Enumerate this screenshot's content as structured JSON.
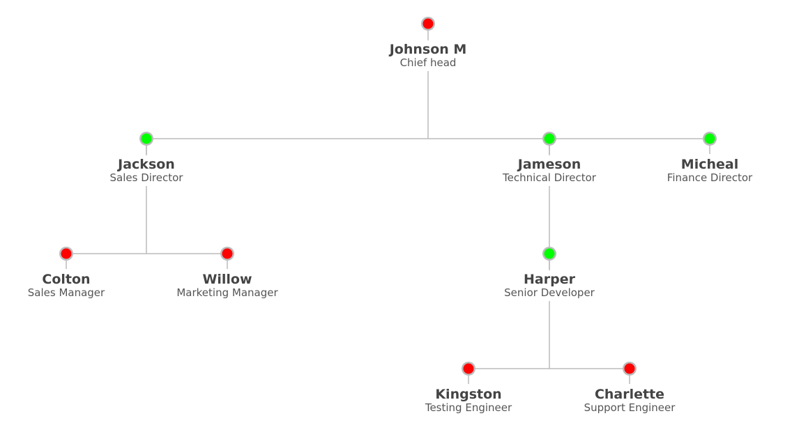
{
  "colors": {
    "active": "#00ff00",
    "inactive": "#ff0000",
    "ring": "#bbbbbb",
    "connector": "#bbbbbb",
    "name_text": "#444444",
    "title_text": "#555555"
  },
  "org_chart": {
    "nodes": [
      {
        "id": "johnson",
        "name": "Johnson M",
        "title": "Chief head",
        "parent": null,
        "status": "inactive"
      },
      {
        "id": "jackson",
        "name": "Jackson",
        "title": "Sales Director",
        "parent": "johnson",
        "status": "active"
      },
      {
        "id": "jameson",
        "name": "Jameson",
        "title": "Technical Director",
        "parent": "johnson",
        "status": "active"
      },
      {
        "id": "micheal",
        "name": "Micheal",
        "title": "Finance Director",
        "parent": "johnson",
        "status": "active"
      },
      {
        "id": "colton",
        "name": "Colton",
        "title": "Sales Manager",
        "parent": "jackson",
        "status": "inactive"
      },
      {
        "id": "willow",
        "name": "Willow",
        "title": "Marketing Manager",
        "parent": "jackson",
        "status": "inactive"
      },
      {
        "id": "harper",
        "name": "Harper",
        "title": "Senior Developer",
        "parent": "jameson",
        "status": "active"
      },
      {
        "id": "kingston",
        "name": "Kingston",
        "title": "Testing Engineer",
        "parent": "harper",
        "status": "inactive"
      },
      {
        "id": "charlette",
        "name": "Charlette",
        "title": "Support Engineer",
        "parent": "harper",
        "status": "inactive"
      }
    ]
  }
}
